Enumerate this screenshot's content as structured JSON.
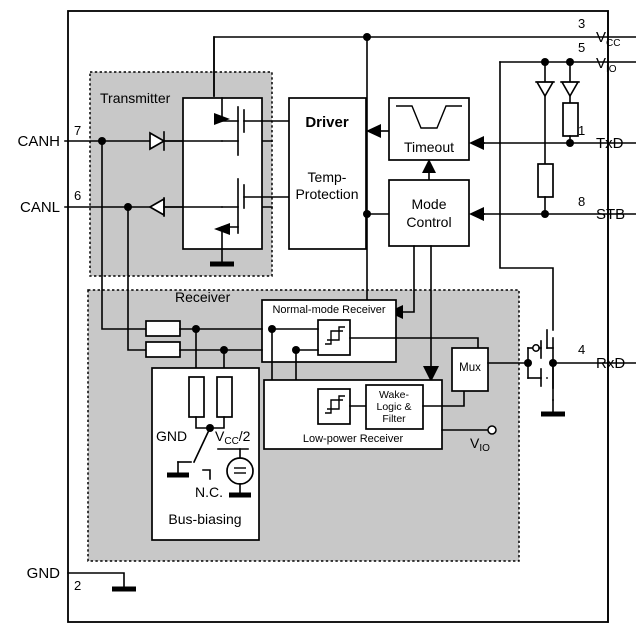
{
  "diagram": {
    "title": "CAN transceiver block diagram",
    "colors": {
      "shade_fill": "#c8c8c8",
      "line": "#000000",
      "background": "#ffffff"
    }
  },
  "pins": {
    "left": [
      {
        "name": "CANH",
        "number": "7"
      },
      {
        "name": "CANL",
        "number": "6"
      },
      {
        "name": "GND",
        "number": "2"
      }
    ],
    "right": [
      {
        "name": "V",
        "sub": "CC",
        "number": "3"
      },
      {
        "name": "V",
        "sub": "IO",
        "number": "5"
      },
      {
        "name": "TxD",
        "sub": "",
        "number": "1"
      },
      {
        "name": "STB",
        "sub": "",
        "number": "8"
      },
      {
        "name": "RxD",
        "sub": "",
        "number": "4"
      }
    ]
  },
  "blocks": {
    "transmitter": {
      "label": "Transmitter"
    },
    "receiver": {
      "label": "Receiver"
    },
    "driver": {
      "label": "Driver",
      "sub_line1": "Temp-",
      "sub_line2": "Protection"
    },
    "timeout": {
      "label": "Timeout"
    },
    "mode_control": {
      "line1": "Mode",
      "line2": "Control"
    },
    "normal_mode_receiver": {
      "label": "Normal-mode Receiver"
    },
    "low_power_receiver": {
      "label": "Low-power Receiver"
    },
    "wake_logic": {
      "line1": "Wake-",
      "line2": "Logic &",
      "line3": "Filter"
    },
    "mux": {
      "label": "Mux"
    },
    "bus_biasing": {
      "label": "Bus-biasing",
      "gnd_label": "GND",
      "nc_label": "N.C.",
      "vcc_half_main": "V",
      "vcc_half_sub": "CC",
      "vcc_half_tail": "/2"
    },
    "vio_internal": {
      "name": "V",
      "sub": "IO"
    }
  },
  "icons": {
    "diode": "diode-icon",
    "mosfet": "mosfet-icon",
    "resistor": "resistor-icon",
    "ground": "ground-icon",
    "schmitt": "schmitt-trigger-icon",
    "source": "voltage-source-icon",
    "switch": "switch-icon",
    "junction": "junction-dot-icon",
    "arrow": "signal-arrow-icon",
    "timeout_waveform": "timeout-waveform-icon"
  }
}
